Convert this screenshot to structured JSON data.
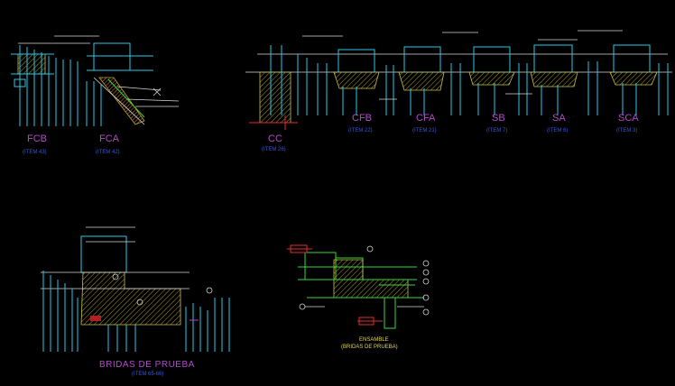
{
  "drawing": {
    "profiles": [
      {
        "id": "fcb",
        "label": "FCB",
        "item": "(ITEM 43)"
      },
      {
        "id": "fca",
        "label": "FCA",
        "item": "(ITEM 42)"
      },
      {
        "id": "cc",
        "label": "CC",
        "item": "(ITEM 26)"
      },
      {
        "id": "cfb",
        "label": "CFB",
        "item": "(ITEM 22)"
      },
      {
        "id": "cfa",
        "label": "CFA",
        "item": "(ITEM 21)"
      },
      {
        "id": "sb",
        "label": "SB",
        "item": "(ITEM 7)"
      },
      {
        "id": "sa",
        "label": "SA",
        "item": "(ITEM 6)"
      },
      {
        "id": "sca",
        "label": "SCA",
        "item": "(ITEM 3)"
      }
    ],
    "bridas": {
      "label": "BRIDAS DE PRUEBA",
      "item": "(ITEM 65-66)"
    },
    "ensamble": {
      "label": "ENSAMBLE",
      "sub": "(BRIDAS DE PRUEBA)"
    }
  },
  "colors": {
    "background": "#000000",
    "dimension": "#28c8e8",
    "label": "#b04cc8",
    "item": "#3a55d8",
    "hatch": "#c8c046",
    "highlight": "#e03030",
    "geometry": "#3ad83a"
  }
}
